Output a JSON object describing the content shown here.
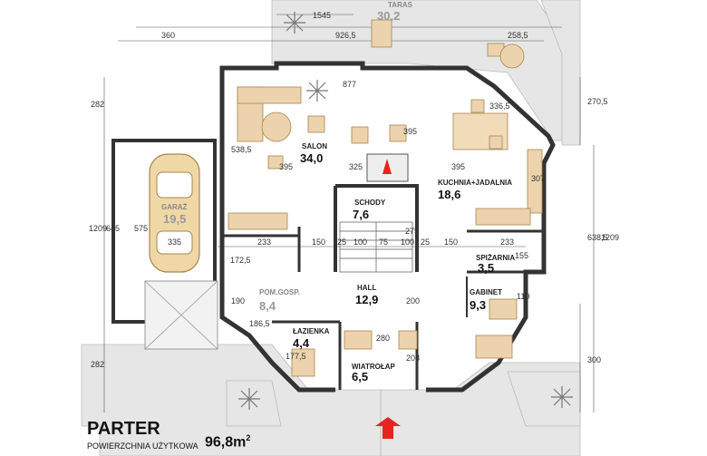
{
  "plan": {
    "title": "PARTER",
    "subtitle": "POWIERZCHNIA UŻYTKOWA",
    "total_value": "96,8m",
    "total_unit_sup": "2"
  },
  "rooms": {
    "taras": {
      "name": "TARAS",
      "area": "30,2"
    },
    "salon": {
      "name": "SALON",
      "area": "34,0"
    },
    "kuchnia": {
      "name": "KUCHNIA+JADALNIA",
      "area": "18,6"
    },
    "schody": {
      "name": "SCHODY",
      "area": "7,6"
    },
    "garaz": {
      "name": "GARAŻ",
      "area": "19,5"
    },
    "pom_gosp": {
      "name": "POM.GOSP.",
      "area": "8,4"
    },
    "hall": {
      "name": "HALL",
      "area": "12,9"
    },
    "spizarnia": {
      "name": "SPIŻARNIA",
      "area": "3,5"
    },
    "gabinet": {
      "name": "GABINET",
      "area": "9,3"
    },
    "lazienka": {
      "name": "ŁAZIENKA",
      "area": "4,4"
    },
    "wiatrolap": {
      "name": "WIATROŁAP",
      "area": "6,5"
    }
  },
  "dimensions": {
    "d1545": "1545",
    "d360": "360",
    "d926_5": "926,5",
    "d258_5": "258,5",
    "d877": "877",
    "d282_top": "282",
    "d282_bot": "282",
    "d1209_l": "1209",
    "d645": "645",
    "d575": "575",
    "d335": "335",
    "d538_5": "538,5",
    "d395_a": "395",
    "d395_b": "395",
    "d395_c": "395",
    "d325": "325",
    "d336_5": "336,5",
    "d270_5": "270,5",
    "d638_5": "638,5",
    "d1209_r": "1209",
    "d307": "307",
    "d233_a": "233",
    "d150_a": "150",
    "d25_a": "25",
    "d100_a": "100",
    "d75": "75",
    "d100_b": "100",
    "d25_b": "25",
    "d150_b": "150",
    "d233_b": "233",
    "d275": "275",
    "d172_5": "172,5",
    "d200": "200",
    "d110": "110",
    "d155": "155",
    "d190": "190",
    "d186_5": "186,5",
    "d280": "280",
    "d208": "208",
    "d177_5": "177,5",
    "d300": "300"
  },
  "colors": {
    "wall": "#3a3a3a",
    "floor": "#ffffff",
    "terrace": "#e4e4e4",
    "furniture": "#e8cfa8",
    "arrow": "#e8231d"
  }
}
